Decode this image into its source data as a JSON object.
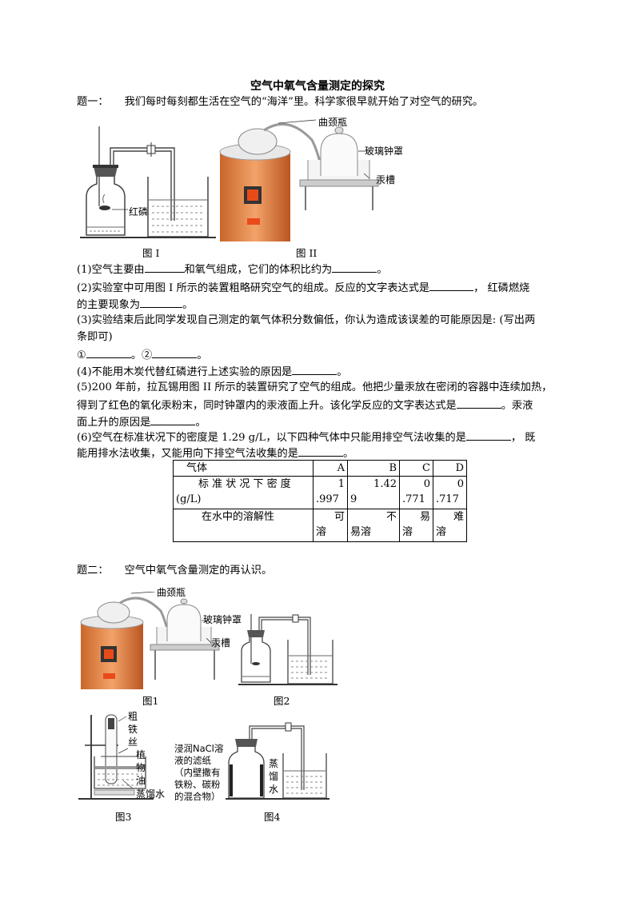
{
  "title": "空气中氧气含量测定的探究",
  "q1": {
    "label": "题一：",
    "intro": "我们每时每刻都生活在空气的“海洋”里。科学家很早就开始了对空气的研究。",
    "fig1_labels": {
      "red_phosphorus": "红磷"
    },
    "fig2_labels": {
      "retort": "曲颈瓶",
      "bell_jar": "玻璃钟罩",
      "mercury_trough": "汞槽"
    },
    "fig1_caption": "图 I",
    "fig2_caption": "图 II",
    "s1a": "(1)空气主要由",
    "s1b": "和氧气组成，它们的体积比约为",
    "s1c": "。",
    "s2a": "(2)实验室中可用图 I 所示的装置粗略研究空气的组成。反应的文字表达式是",
    "s2b": "，  红磷燃烧",
    "s2c": "的主要现象为",
    "s2d": "。",
    "s3a": "(3)实验结束后此同学发现自己测定的氧气体积分数偏低，你认为造成该误差的可能原因是: (写出两",
    "s3b": "条即可)",
    "s3c": "①",
    "s3d": "。②",
    "s3e": "。",
    "s4a": "(4)不能用木炭代替红磷进行上述实验的原因是",
    "s4b": "。",
    "s5a": "(5)200 年前，拉瓦锡用图 II 所示的装置研究了空气的组成。他把少量汞放在密闭的容器中连续加热，",
    "s5b": "得到了红色的氧化汞粉末，同时钟罩内的汞液面上升。该化学反应的文字表达式是",
    "s5c": "。汞液",
    "s5d": "面上升的原因是",
    "s5e": "。",
    "s6a": "(6)空气在标准状况下的密度是 1.29 g/L，以下四种气体中只能用排空气法收集的是",
    "s6b": "，  既",
    "s6c": "能用排水法收集，又能用向下排空气法收集的是",
    "s6d": "。",
    "table": {
      "header": [
        "气体",
        "A",
        "B",
        "C",
        "D"
      ],
      "density_label_1": "标 准 状 况 下 密 度",
      "density_label_2": "(g/L)",
      "density_top": [
        "1",
        "1.42",
        "0",
        "0"
      ],
      "density_bottom": [
        ".997",
        "9",
        ".771",
        ".717"
      ],
      "solubility_label": "在水中的溶解性",
      "solubility_top": [
        "可",
        "不",
        "易",
        "难"
      ],
      "solubility_bottom": [
        "溶",
        "易溶",
        "溶",
        "溶"
      ]
    }
  },
  "q2": {
    "label": "题二：",
    "intro": "空气中氧气含量测定的再认识。",
    "fig1_labels": {
      "retort": "曲颈瓶",
      "bell_jar": "玻璃钟罩",
      "mercury_trough": "汞槽"
    },
    "fig3_labels": {
      "coarse_iron": [
        "粗",
        "铁",
        "丝"
      ],
      "vegetable_oil": [
        "植",
        "物",
        "油"
      ],
      "distilled_water": "蒸馏水"
    },
    "fig4_labels": {
      "filter_paper": [
        "浸润NaCl溶",
        "液的滤纸",
        "（内壁撒有",
        "铁粉、碳粉",
        "的混合物）"
      ],
      "distilled_water": [
        "蒸",
        "馏",
        "水"
      ]
    },
    "captions": [
      "图1",
      "图2",
      "图3",
      "图4"
    ]
  }
}
